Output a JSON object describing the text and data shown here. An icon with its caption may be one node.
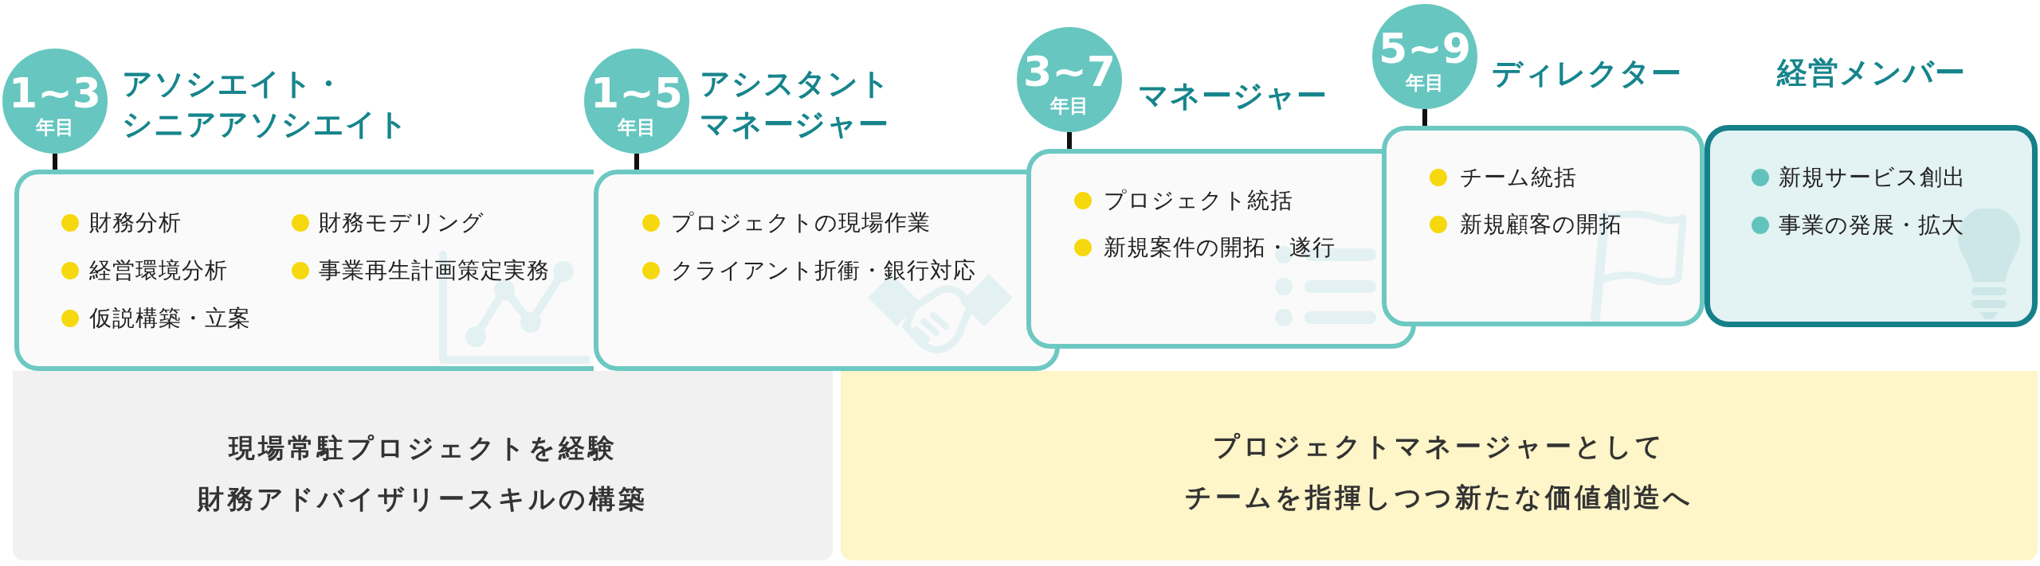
{
  "diagram": {
    "nodes": [
      {
        "text": [
          "1~3",
          "年目"
        ]
      },
      {
        "text": [
          "アソシエイト・シニアアソシエイト",
          "財務分析",
          "財務モデリング",
          "経営環境分析",
          "事業再生計画策定実務",
          "仮説構築・立案"
        ]
      },
      {
        "text": [
          "1~5",
          "年目"
        ]
      },
      {
        "text": [
          "アシスタントマネージャー",
          "プロジェクトの現場作業",
          "クライアント折衝・銀行対応"
        ]
      },
      {
        "text": [
          "3~7",
          "年目"
        ]
      },
      {
        "text": [
          "マネージャー",
          "プロジェクト統括",
          "新規案件の開拓・遂行"
        ]
      },
      {
        "text": [
          "5~9",
          "年目"
        ]
      },
      {
        "text": [
          "ディレクター",
          "チーム統括",
          "新規顧客の開拓"
        ]
      },
      {
        "text": [
          "経営メンバー",
          "新規サービス創出",
          "事業の発展・拡大"
        ]
      },
      {
        "text": [
          "現場常駐プロジェクトを経験財務アドバイザリースキルの構築"
        ]
      },
      {
        "text": [
          "プロジェクトマネージャーとしてチームを指揮しつつ新たな価値創造へ"
        ]
      }
    ],
    "edges": [
      {
        "from": 0,
        "to": 1,
        "arrow": "none"
      },
      {
        "from": 2,
        "to": 3,
        "arrow": "none"
      },
      {
        "from": 4,
        "to": 5,
        "arrow": "none"
      },
      {
        "from": 6,
        "to": 7,
        "arrow": "none"
      }
    ]
  }
}
